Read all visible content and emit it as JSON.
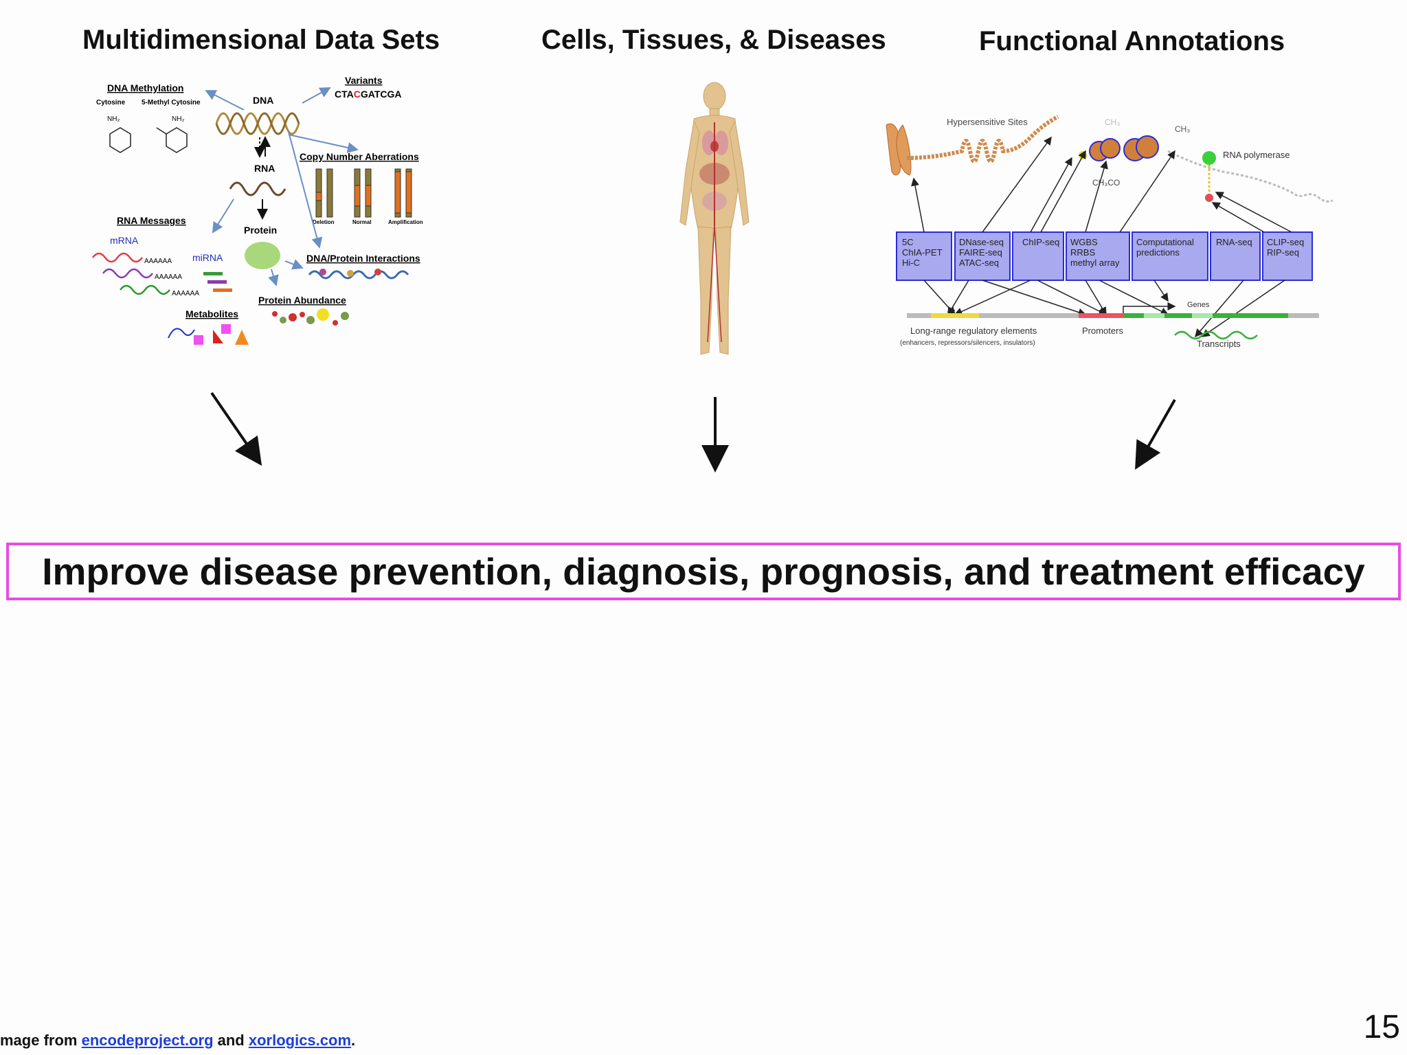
{
  "headings": {
    "left": "Multidimensional Data Sets",
    "center": "Cells, Tissues, & Diseases",
    "right": "Functional Annotations"
  },
  "left_panel": {
    "dna_methylation": "DNA Methylation",
    "cytosine": "Cytosine",
    "methyl_cytosine": "5-Methyl Cytosine",
    "nh2": "NH₂",
    "dna": "DNA",
    "variants": "Variants",
    "seq_a": "CTA",
    "seq_c": "C",
    "seq_b": "GATCGA",
    "copy_number": "Copy Number Aberrations",
    "deletion": "Deletion",
    "normal": "Normal",
    "amplification": "Amplification",
    "rna": "RNA",
    "rna_messages": "RNA Messages",
    "mrna": "mRNA",
    "mirna": "miRNA",
    "polya": "AAAAAA",
    "protein": "Protein",
    "dna_protein": "DNA/Protein Interactions",
    "protein_abundance": "Protein Abundance",
    "metabolites": "Metabolites"
  },
  "right_panel": {
    "hypersensitive": "Hypersensitive Sites",
    "ch3": "CH₃",
    "ch3co": "CH₃CO",
    "rna_polymerase": "RNA polymerase",
    "boxes": [
      [
        "5C",
        "ChIA-PET",
        "Hi-C"
      ],
      [
        "DNase-seq",
        "FAIRE-seq",
        "ATAC-seq"
      ],
      [
        "ChIP-seq"
      ],
      [
        "WGBS",
        "RRBS",
        "methyl array"
      ],
      [
        "Computational",
        "predictions"
      ],
      [
        "RNA-seq"
      ],
      [
        "CLIP-seq",
        "RIP-seq"
      ]
    ],
    "genes": "Genes",
    "long_range": "Long-range regulatory elements",
    "long_range_sub": "(enhancers, repressors/silencers, insulators)",
    "promoters": "Promoters",
    "transcripts": "Transcripts"
  },
  "goal": "Improve disease prevention, diagnosis, prognosis, and treatment efficacy",
  "footer": {
    "prefix": "mage from ",
    "link1": "encodeproject.org",
    "mid": " and ",
    "link2": "xorlogics.com",
    "suffix": "."
  },
  "page_number": "15",
  "colors": {
    "goal_border": "#e64ce6",
    "link": "#1d3fd6",
    "assay_box_fill": "#a9a9f0",
    "assay_box_border": "#2b2bd6"
  }
}
